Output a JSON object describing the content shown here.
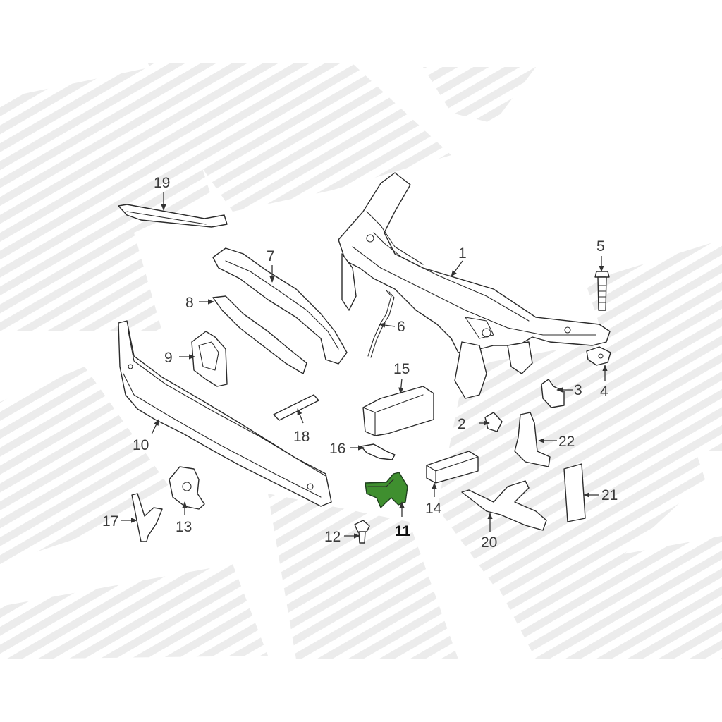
{
  "diagram": {
    "highlight_color": "#3f8f2f",
    "highlighted_part": "11",
    "watermark_color": "#e9e9e9",
    "callouts": [
      {
        "id": "p1",
        "label": "1"
      },
      {
        "id": "p2",
        "label": "2"
      },
      {
        "id": "p3",
        "label": "3"
      },
      {
        "id": "p4",
        "label": "4"
      },
      {
        "id": "p5",
        "label": "5"
      },
      {
        "id": "p6",
        "label": "6"
      },
      {
        "id": "p7",
        "label": "7"
      },
      {
        "id": "p8",
        "label": "8"
      },
      {
        "id": "p9",
        "label": "9"
      },
      {
        "id": "p10",
        "label": "10"
      },
      {
        "id": "p11",
        "label": "11"
      },
      {
        "id": "p12",
        "label": "12"
      },
      {
        "id": "p13",
        "label": "13"
      },
      {
        "id": "p14",
        "label": "14"
      },
      {
        "id": "p15",
        "label": "15"
      },
      {
        "id": "p16",
        "label": "16"
      },
      {
        "id": "p17",
        "label": "17"
      },
      {
        "id": "p18",
        "label": "18"
      },
      {
        "id": "p19",
        "label": "19"
      },
      {
        "id": "p20",
        "label": "20"
      },
      {
        "id": "p21",
        "label": "21"
      },
      {
        "id": "p22",
        "label": "22"
      }
    ]
  }
}
